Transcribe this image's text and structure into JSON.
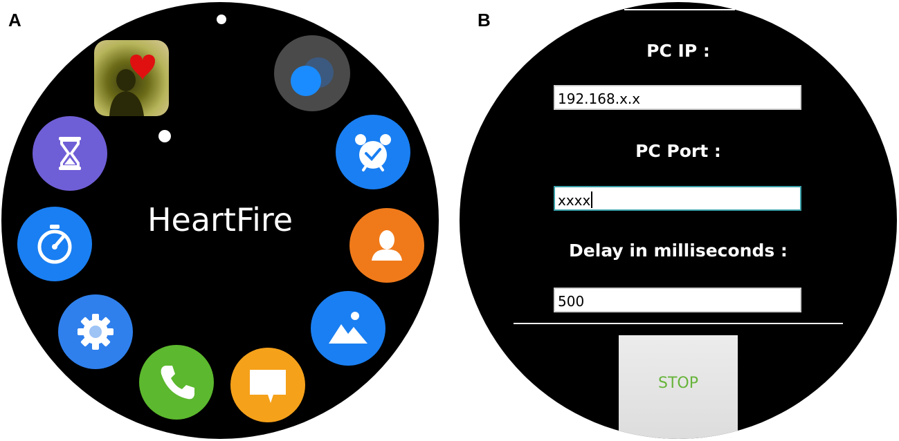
{
  "labels": {
    "panel_a": "A",
    "panel_b": "B"
  },
  "watch_home": {
    "title": "HeartFire",
    "apps": [
      {
        "name": "HeartFire",
        "icon": "heart-photo-icon"
      },
      {
        "name": "Bubble",
        "icon": "bubble-icon",
        "color": "#1a8cff"
      },
      {
        "name": "Timer",
        "icon": "hourglass-icon",
        "color": "#6f5fd6"
      },
      {
        "name": "Alarm",
        "icon": "alarm-clock-icon",
        "color": "#1a7ff2"
      },
      {
        "name": "Stopwatch",
        "icon": "stopwatch-icon",
        "color": "#1a7ff2"
      },
      {
        "name": "Contacts",
        "icon": "person-icon",
        "color": "#f07a1a"
      },
      {
        "name": "Settings",
        "icon": "gear-icon",
        "color": "#2f80ed"
      },
      {
        "name": "Gallery",
        "icon": "mountain-image-icon",
        "color": "#1a7ff2"
      },
      {
        "name": "Phone",
        "icon": "phone-icon",
        "color": "#5cb82e"
      },
      {
        "name": "Messages",
        "icon": "message-icon",
        "color": "#f5a11a"
      }
    ]
  },
  "settings": {
    "ip_label": "PC IP :",
    "ip_value": "192.168.x.x",
    "port_label": "PC Port :",
    "port_value": "xxxx",
    "delay_label": "Delay in milliseconds :",
    "delay_value": "500",
    "stop_label": "STOP",
    "stop_color": "#66b43a"
  }
}
